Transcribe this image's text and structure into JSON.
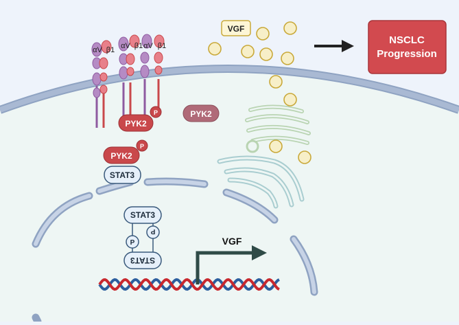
{
  "integrins": [
    {
      "alpha": "αV",
      "beta": "β1"
    },
    {
      "alpha": "αV",
      "beta": "β1"
    },
    {
      "alpha": "αV",
      "beta": "β1"
    }
  ],
  "labels": {
    "vgf_box": "VGF",
    "outcome": [
      "NSCLC",
      "Progression"
    ],
    "pyk2": "PYK2",
    "phospho": "P",
    "stat3": "STAT3",
    "gene": "VGF"
  },
  "colors": {
    "extracellular": "#eef3fb",
    "cytoplasm": "#eef6f4",
    "membrane": "#a9b9d3",
    "membrane_edge": "#8fa3c2",
    "pyk2": "#c9484b",
    "pyk2_free": "#b06a78",
    "outcome_box": "#d24a4f",
    "vesicle": "#f7efc8",
    "vesicle_edge": "#c9a93a",
    "golgi": "#b9d4b2",
    "er": "#a9cdd0",
    "stat3_fill": "#e6f0fa",
    "stat3_edge": "#3a5a7c",
    "dna_red": "#c8282e",
    "dna_blue": "#2c5e9e",
    "arrow": "#2f4b47"
  }
}
